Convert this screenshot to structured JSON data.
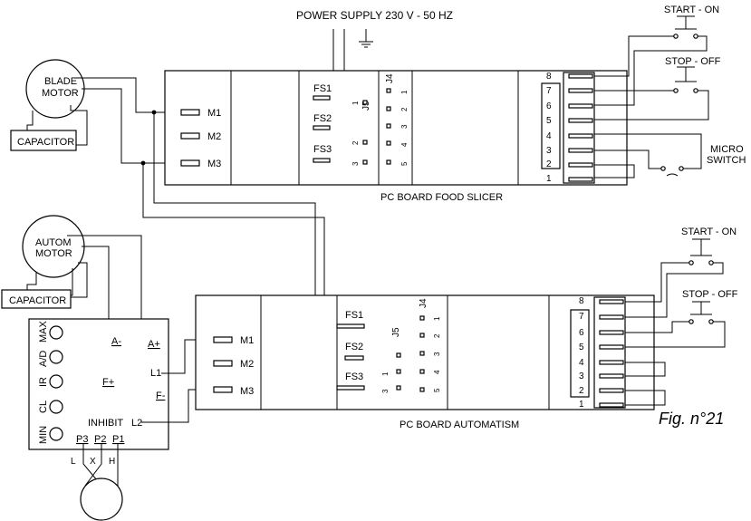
{
  "power_supply": "POWER SUPPLY 230 V - 50 HZ",
  "blade_motor": [
    "BLADE",
    "MOTOR"
  ],
  "autom_motor": [
    "AUTOM",
    "MOTOR"
  ],
  "capacitor": "CAPACITOR",
  "board_top_label": "PC BOARD FOOD SLICER",
  "board_bottom_label": "PC BOARD AUTOMATISM",
  "figure_label": "Fig. n°21",
  "motor_terminals": [
    "M1",
    "M2",
    "M3"
  ],
  "faston_labels": [
    "FS1",
    "FS2",
    "FS3"
  ],
  "connector_j4": "J4",
  "connector_j5": "J5",
  "j4_pins": [
    "1",
    "2",
    "3",
    "4",
    "5"
  ],
  "j5_pins": [
    "1",
    "2",
    "3"
  ],
  "terminal_block_pins": [
    "8",
    "7",
    "6",
    "5",
    "4",
    "3",
    "2",
    "1"
  ],
  "start_on": "START - ON",
  "stop_off": "STOP - OFF",
  "micro_switch": [
    "MICRO",
    "SWITCH"
  ],
  "controller": {
    "side_labels": [
      "MAX",
      "A/D",
      "IR",
      "CL",
      "MIN"
    ],
    "a_minus": "A-",
    "a_plus": "A+",
    "f_plus": "F+",
    "f_minus": "F-",
    "l1": "L1",
    "l2": "L2",
    "inhibit": "INHIBIT",
    "pot_pins": [
      "P3",
      "P2",
      "P1"
    ],
    "pot_wires": [
      "L",
      "X",
      "H"
    ]
  }
}
